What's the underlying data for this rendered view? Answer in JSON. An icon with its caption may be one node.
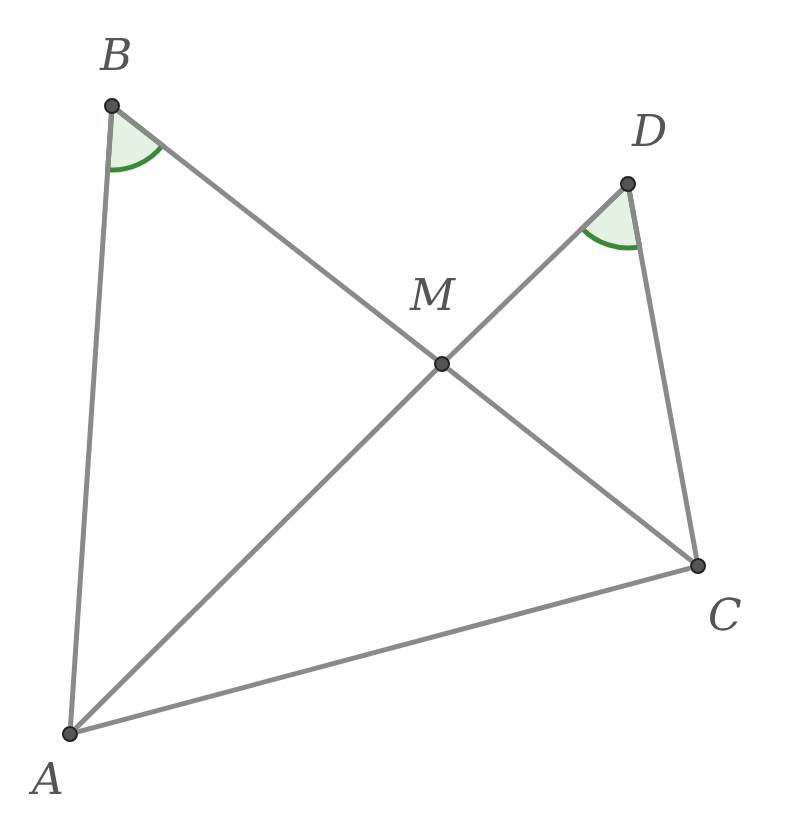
{
  "diagram": {
    "nodes": [
      {
        "text": [],
        "shape": "circle",
        "beside": [
          "B"
        ]
      },
      {
        "text": [],
        "shape": "circle",
        "beside": [
          "D"
        ]
      },
      {
        "text": [],
        "shape": "circle",
        "beside": [
          "M"
        ]
      },
      {
        "text": [],
        "shape": "circle",
        "beside": [
          "C"
        ]
      },
      {
        "text": [],
        "shape": "circle",
        "beside": [
          "A"
        ]
      }
    ],
    "edges": [
      {
        "from": 4,
        "to": 0,
        "arrow": "none"
      },
      {
        "from": 0,
        "to": 2,
        "arrow": "none"
      },
      {
        "from": 2,
        "to": 3,
        "arrow": "none"
      },
      {
        "from": 4,
        "to": 2,
        "arrow": "none"
      },
      {
        "from": 2,
        "to": 1,
        "arrow": "none"
      },
      {
        "from": 1,
        "to": 3,
        "arrow": "none"
      },
      {
        "from": 4,
        "to": 3,
        "arrow": "none"
      }
    ]
  }
}
